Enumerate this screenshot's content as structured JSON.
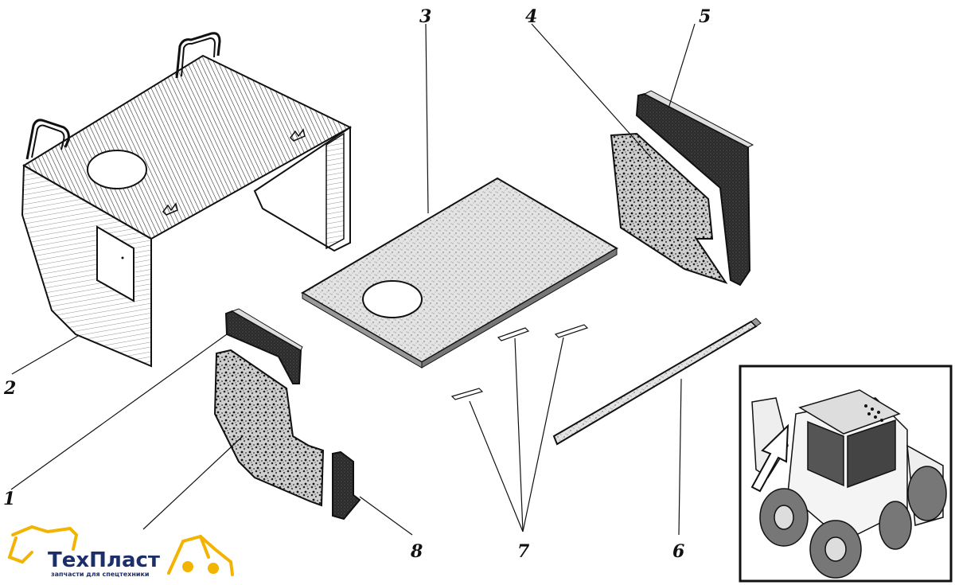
{
  "labels": {
    "p1": "1",
    "p2": "2",
    "p3": "3",
    "p4": "4",
    "p5": "5",
    "p6": "6",
    "p7": "7",
    "p8": "8"
  },
  "logo": {
    "name": "ТехПласт",
    "tagline": "запчасти для спецтехники",
    "colors": {
      "text": "#1c2f6b",
      "machine": "#f2b400"
    }
  },
  "inset": {
    "icon": "skid-steer-loader-icon",
    "arrow": "arrow-up-right-icon"
  }
}
